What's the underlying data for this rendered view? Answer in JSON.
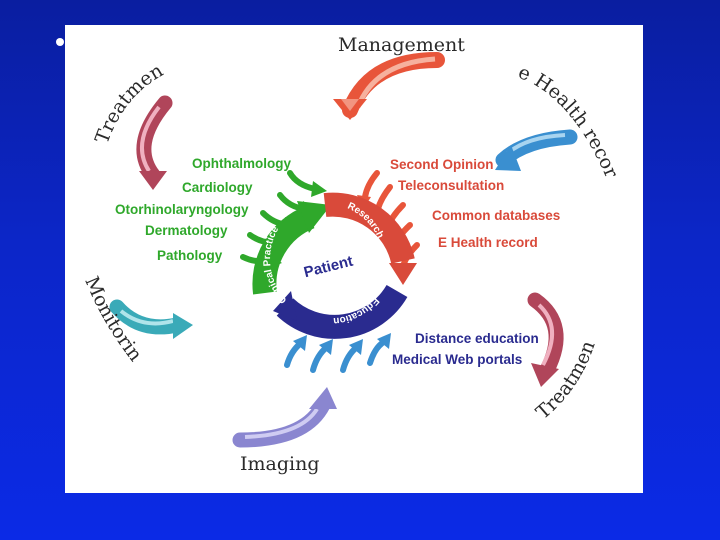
{
  "outer": {
    "management": "Management",
    "ehealth_record": "e Health record",
    "treatment_top": "Treatment",
    "treatment_bottom": "Treatment",
    "monitoring": "Monitoring",
    "imaging": "Imaging"
  },
  "clinical_list": [
    "Ophthalmology",
    "Cardiology",
    "Otorhinolaryngology",
    "Dermatology",
    "Pathology"
  ],
  "research_list": [
    "Second Opinion",
    "Teleconsultation",
    "Common databases",
    "E Health record"
  ],
  "education_list": [
    "Distance education",
    "Medical Web portals"
  ],
  "ring": {
    "center": "Patient",
    "clinical": "Clinical Practice",
    "research": "Research",
    "education": "Education"
  },
  "colors": {
    "background": "#0c26c8",
    "clinical": "#2fa82b",
    "research": "#d94a3a",
    "education": "#2a2b8f",
    "management_arrow": "#e8553a",
    "ehealth_arrow": "#3a8fd0",
    "treatment_arrow": "#b0455a",
    "monitoring_arrow": "#3aaab8",
    "imaging_arrow": "#8a86d0"
  }
}
